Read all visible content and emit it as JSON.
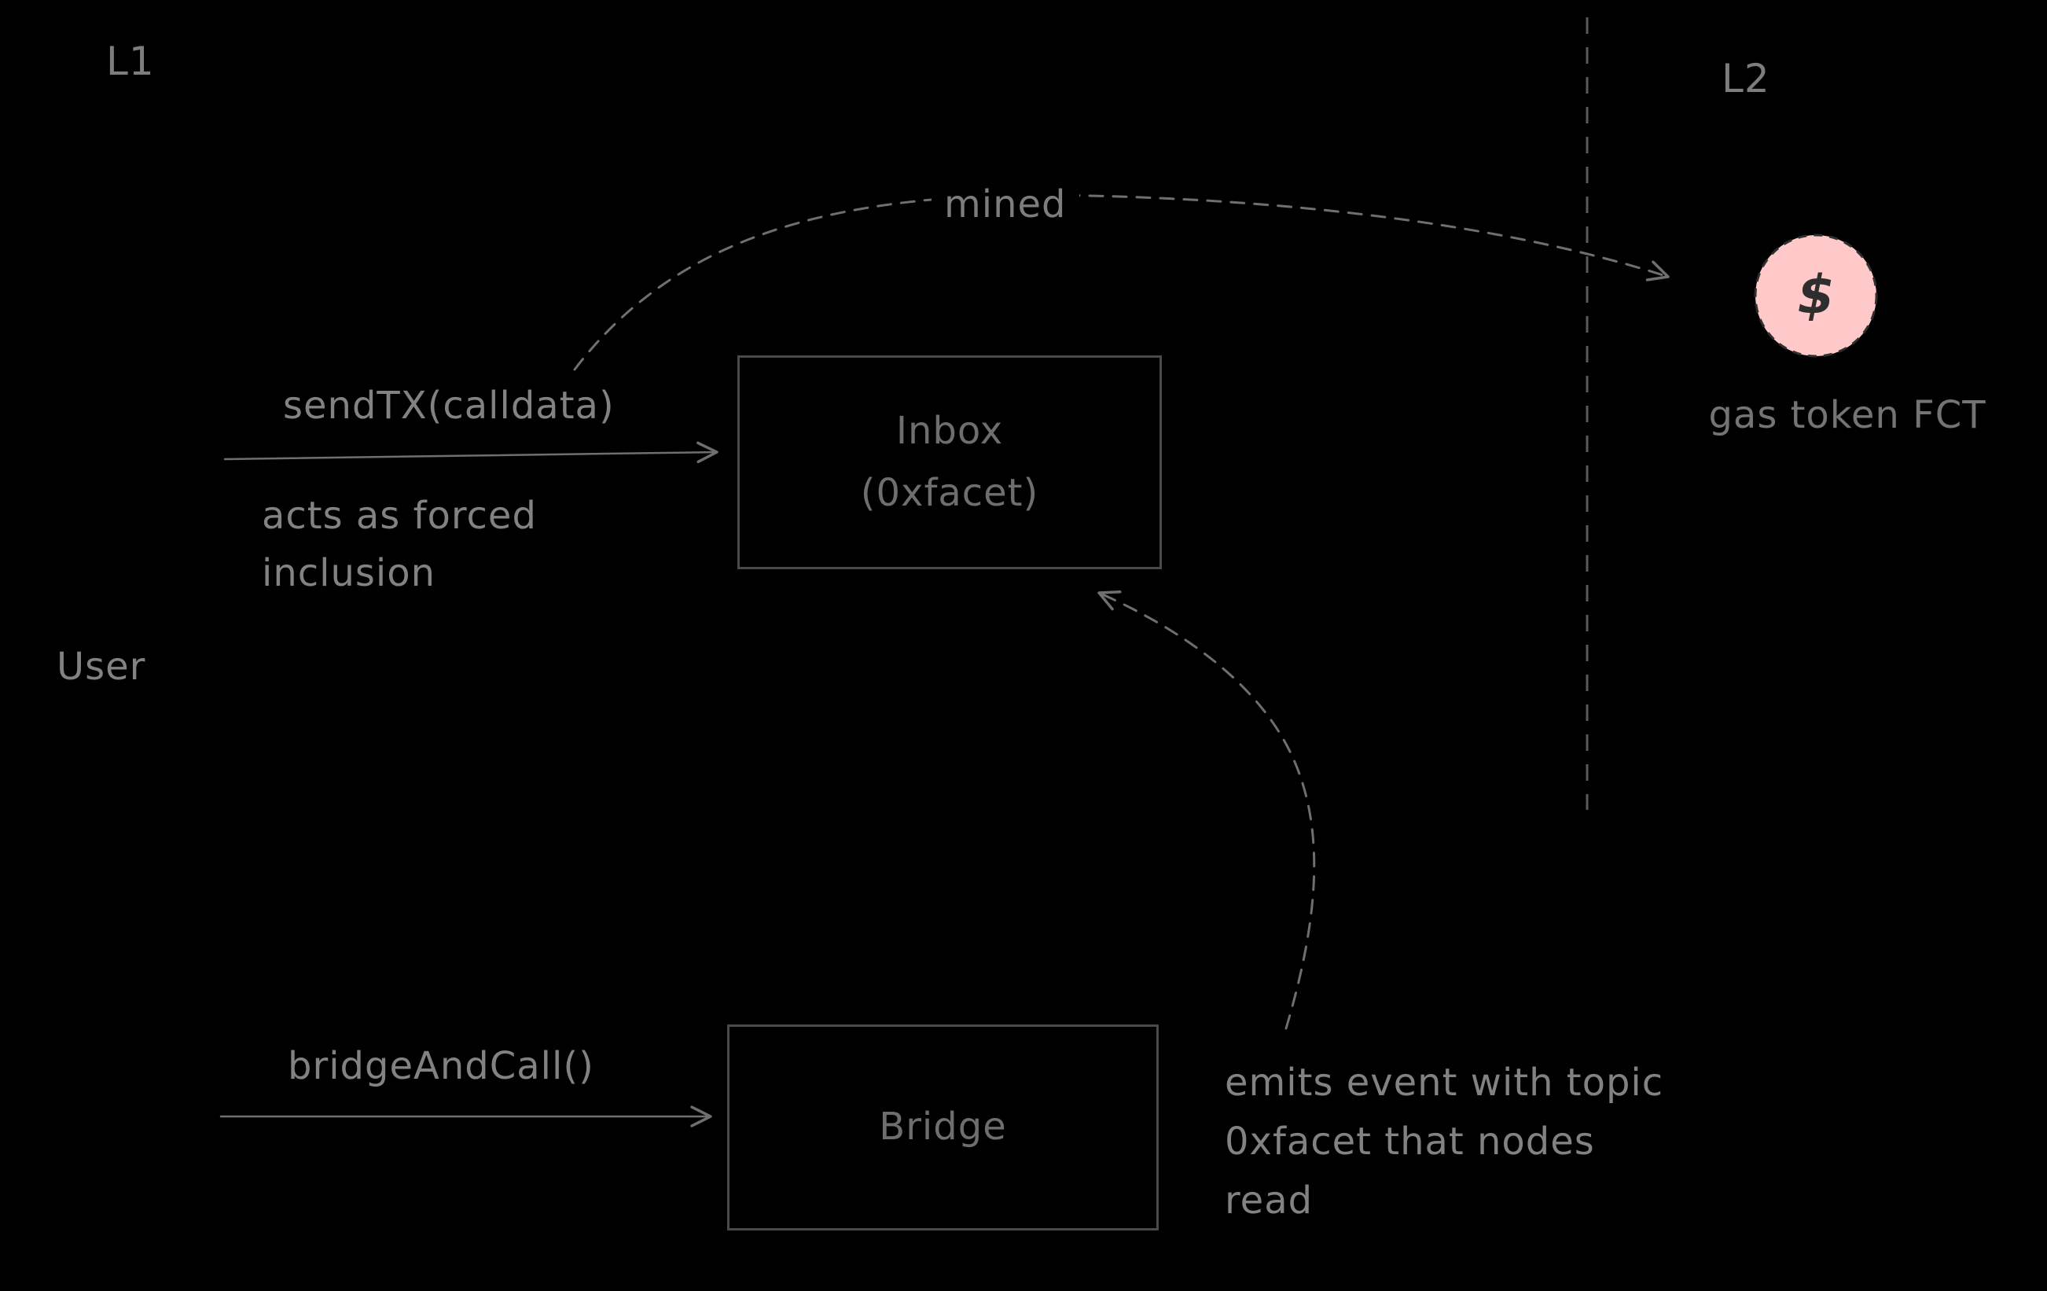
{
  "diagram": {
    "type": "flow-diagram",
    "background_color": "#000000",
    "stroke_color": "#6f6f6f",
    "token_fill_color": "#ffc9c9",
    "regions": {
      "left": "L1",
      "right": "L2"
    },
    "actor": "User",
    "nodes": {
      "inbox": {
        "label": "Inbox\n(0xfacet)"
      },
      "bridge": {
        "label": "Bridge"
      },
      "gas_token": {
        "symbol": "$",
        "caption": "gas token FCT"
      }
    },
    "edges": {
      "send_tx": {
        "label": "sendTX(calldata)",
        "note": "acts as forced\ninclusion"
      },
      "mined": {
        "label": "mined"
      },
      "bridge_and_call": {
        "label": "bridgeAndCall()"
      },
      "emits_event": {
        "note": "emits event with topic\n0xfacet that nodes\nread"
      }
    }
  }
}
